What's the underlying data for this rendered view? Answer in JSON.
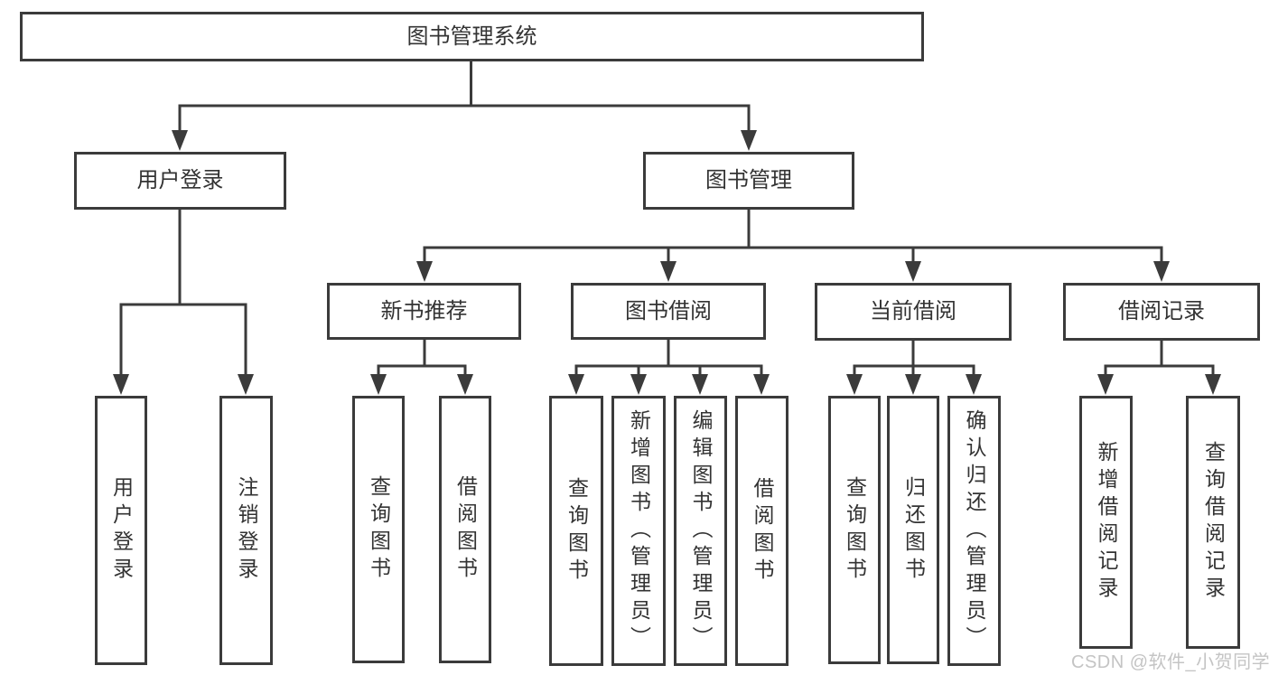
{
  "tree": {
    "root": {
      "label": "图书管理系统",
      "children": [
        {
          "label": "用户登录",
          "children": [
            {
              "label": "用户登录"
            },
            {
              "label": "注销登录"
            }
          ]
        },
        {
          "label": "图书管理",
          "children": [
            {
              "label": "新书推荐",
              "children": [
                {
                  "label": "查询图书"
                },
                {
                  "label": "借阅图书"
                }
              ]
            },
            {
              "label": "图书借阅",
              "children": [
                {
                  "label": "查询图书"
                },
                {
                  "label": "新增图书（管理员）"
                },
                {
                  "label": "编辑图书（管理员）"
                },
                {
                  "label": "借阅图书"
                }
              ]
            },
            {
              "label": "当前借阅",
              "children": [
                {
                  "label": "查询图书"
                },
                {
                  "label": "归还图书"
                },
                {
                  "label": "确认归还（管理员）"
                }
              ]
            },
            {
              "label": "借阅记录",
              "children": [
                {
                  "label": "新增借阅记录"
                },
                {
                  "label": "查询借阅记录"
                }
              ]
            }
          ]
        }
      ]
    }
  },
  "watermark": {
    "text": "CSDN @软件_小贺同学"
  },
  "colors": {
    "line": "#3b3b3b",
    "text": "#333333",
    "watermark": "#c4c4c4",
    "bg": "#ffffff"
  }
}
